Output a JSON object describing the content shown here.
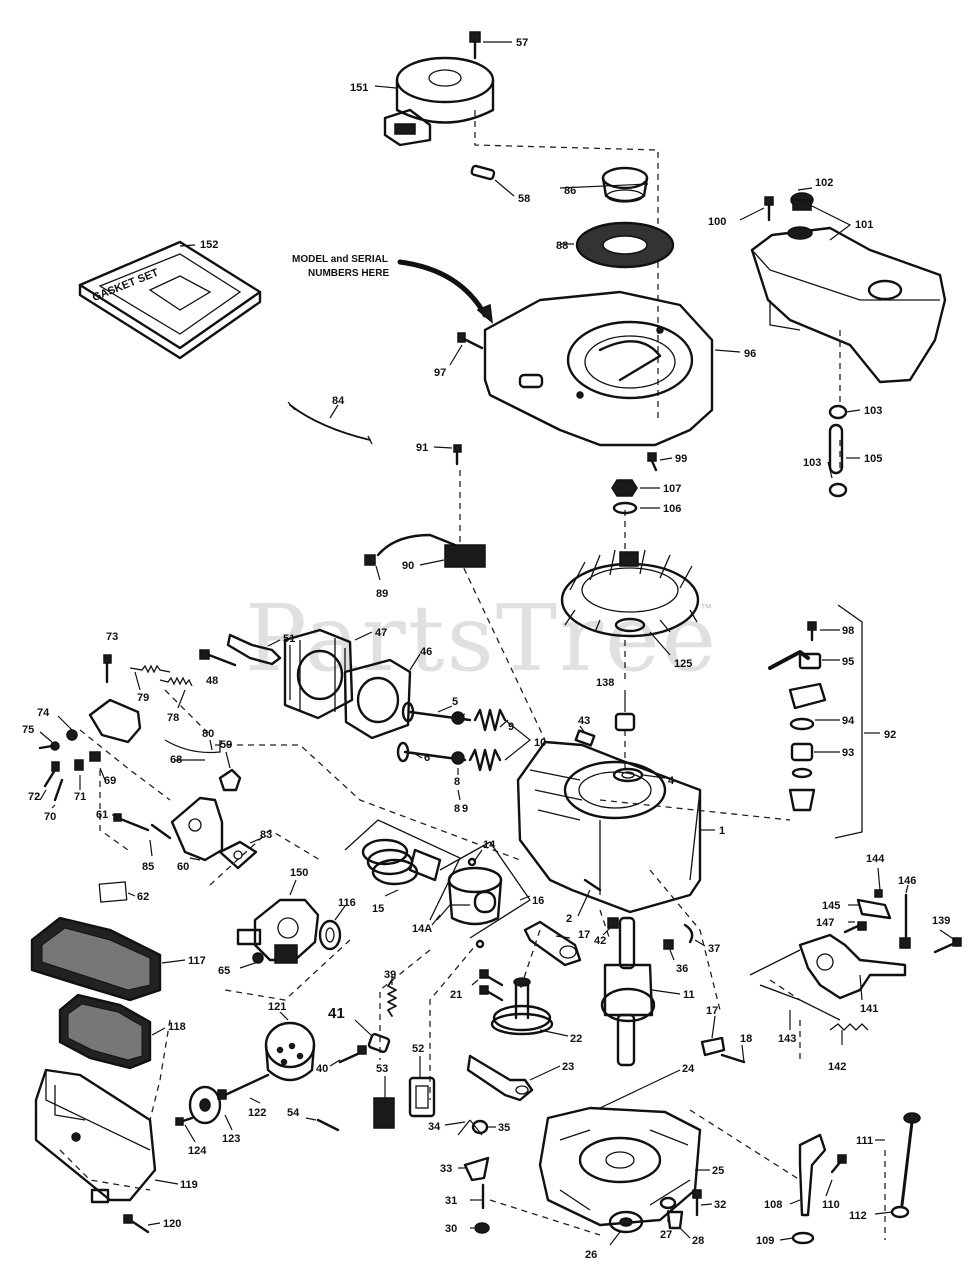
{
  "watermark": "PartsTree",
  "trademark": "™",
  "model_note_line1": "MODEL and SERIAL",
  "model_note_line2": "NUMBERS HERE",
  "gasket_box_label": "GASKET SET",
  "callouts": {
    "c57": "57",
    "c151": "151",
    "c58": "58",
    "c86": "86",
    "c88": "88",
    "c102": "102",
    "c100": "100",
    "c101": "101",
    "c152": "152",
    "c96": "96",
    "c97": "97",
    "c84": "84",
    "c91": "91",
    "c99": "99",
    "c103a": "103",
    "c105": "105",
    "c103b": "103",
    "c107": "107",
    "c106": "106",
    "c90": "90",
    "c89": "89",
    "c51": "51",
    "c47": "47",
    "c73": "73",
    "c48": "48",
    "c46": "46",
    "c125": "125",
    "c98": "98",
    "c95": "95",
    "c79": "79",
    "c78": "78",
    "c138": "138",
    "c92": "92",
    "c94": "94",
    "c74": "74",
    "c75": "75",
    "c5": "5",
    "c6a": "6",
    "c9a": "9",
    "c43": "43",
    "c80": "80",
    "c59": "59",
    "c10": "10",
    "c93": "93",
    "c4": "4",
    "c68": "68",
    "c69": "69",
    "c6b": "6",
    "c8a": "8",
    "c8b": "8",
    "c9b": "9",
    "c71": "71",
    "c72": "72",
    "c70": "70",
    "c61": "61",
    "c83": "83",
    "c1": "1",
    "c85": "85",
    "c60": "60",
    "c14": "14",
    "c144": "144",
    "c146": "146",
    "c145": "145",
    "c62": "62",
    "c150": "150",
    "c15": "15",
    "c16": "16",
    "c2": "2",
    "c147": "147",
    "c139": "139",
    "c116": "116",
    "c14a": "14A",
    "c17a": "17",
    "c42": "42",
    "c36": "36",
    "c37": "37",
    "c117": "117",
    "c65": "65",
    "c39": "39",
    "c21": "21",
    "c11": "11",
    "c141": "141",
    "c143": "143",
    "c121": "121",
    "c41": "41",
    "c118": "118",
    "c22": "22",
    "c17b": "17",
    "c18": "18",
    "c40": "40",
    "c142": "142",
    "c52": "52",
    "c23": "23",
    "c53": "53",
    "c24": "24",
    "c122": "122",
    "c54": "54",
    "c123": "123",
    "c34": "34",
    "c35": "35",
    "c124": "124",
    "c111": "111",
    "c33": "33",
    "c25": "25",
    "c119": "119",
    "c108": "108",
    "c110": "110",
    "c31": "31",
    "c32": "32",
    "c120": "120",
    "c112": "112",
    "c30": "30",
    "c27": "27",
    "c28": "28",
    "c26": "26",
    "c109": "109"
  }
}
